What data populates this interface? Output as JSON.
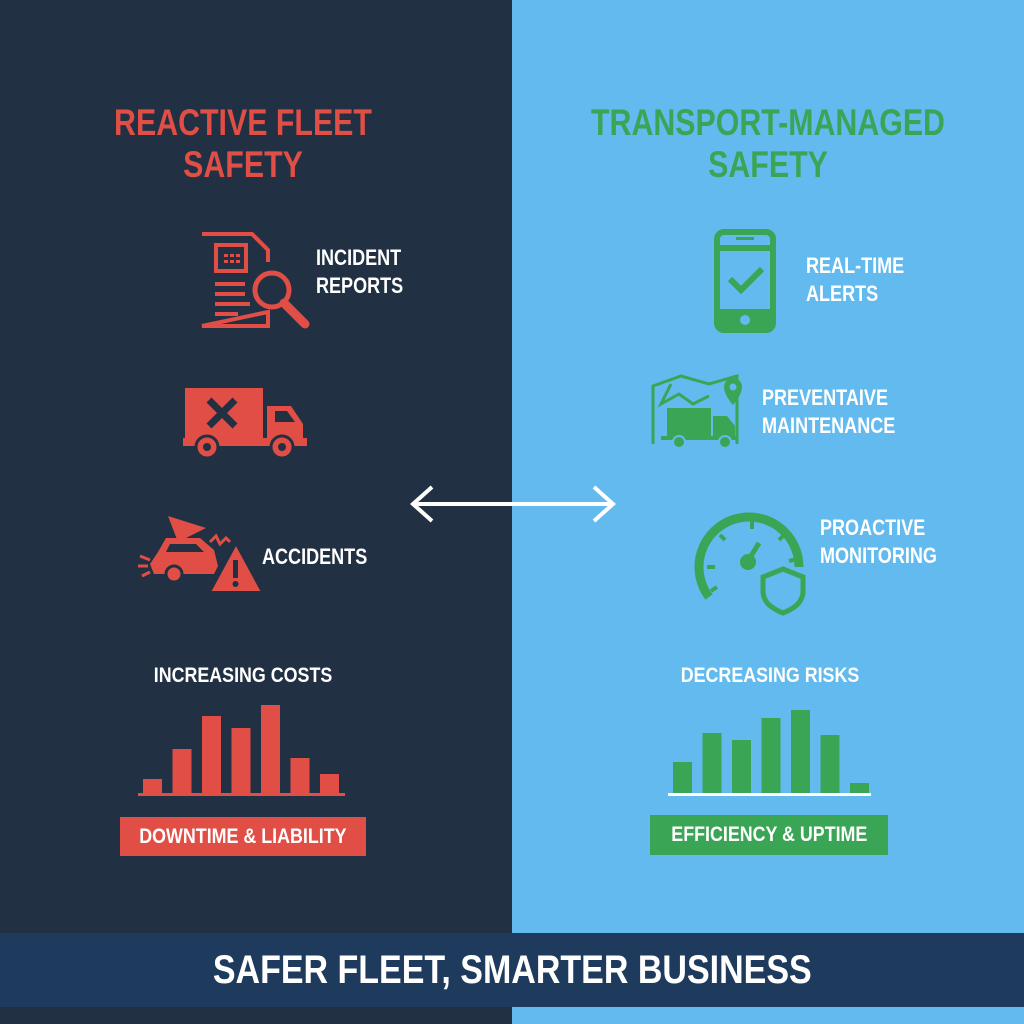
{
  "colors": {
    "left_bg": "#213143",
    "right_bg": "#62baee",
    "red": "#e04e45",
    "green": "#3aa655",
    "footer_bg": "#1e3a5c",
    "text": "#ffffff"
  },
  "left": {
    "title_line1": "REACTIVE FLEET",
    "title_line2": "SAFETY",
    "items": [
      {
        "icon": "document-search-icon",
        "line1": "INCIDENT",
        "line2": "REPORTS"
      },
      {
        "icon": "truck-x-icon"
      },
      {
        "icon": "car-crash-warning-icon",
        "line1": "ACCIDENTS"
      }
    ],
    "chart_title": "INCREASING COSTS",
    "chart_values": [
      14,
      44,
      77,
      65,
      88,
      35,
      19
    ],
    "tag": "DOWNTIME & LIABILITY"
  },
  "right": {
    "title_line1": "TRANSPORT-MANAGED",
    "title_line2": "SAFETY",
    "items": [
      {
        "icon": "phone-check-icon",
        "line1": "REAL-TIME",
        "line2": "ALERTS"
      },
      {
        "icon": "map-truck-pin-icon",
        "line1": "PREVENTAIVE",
        "line2": "MAINTENANCE"
      },
      {
        "icon": "gauge-shield-icon",
        "line1": "PROACTIVE",
        "line2": "MONITORING"
      }
    ],
    "chart_title": "DECREASING RISKS",
    "chart_values": [
      31,
      60,
      53,
      75,
      83,
      58,
      10
    ],
    "tag": "EFFICIENCY & UPTIME"
  },
  "center_icon": "double-arrow-icon",
  "footer": "SAFER FLEET, SMARTER BUSINESS"
}
